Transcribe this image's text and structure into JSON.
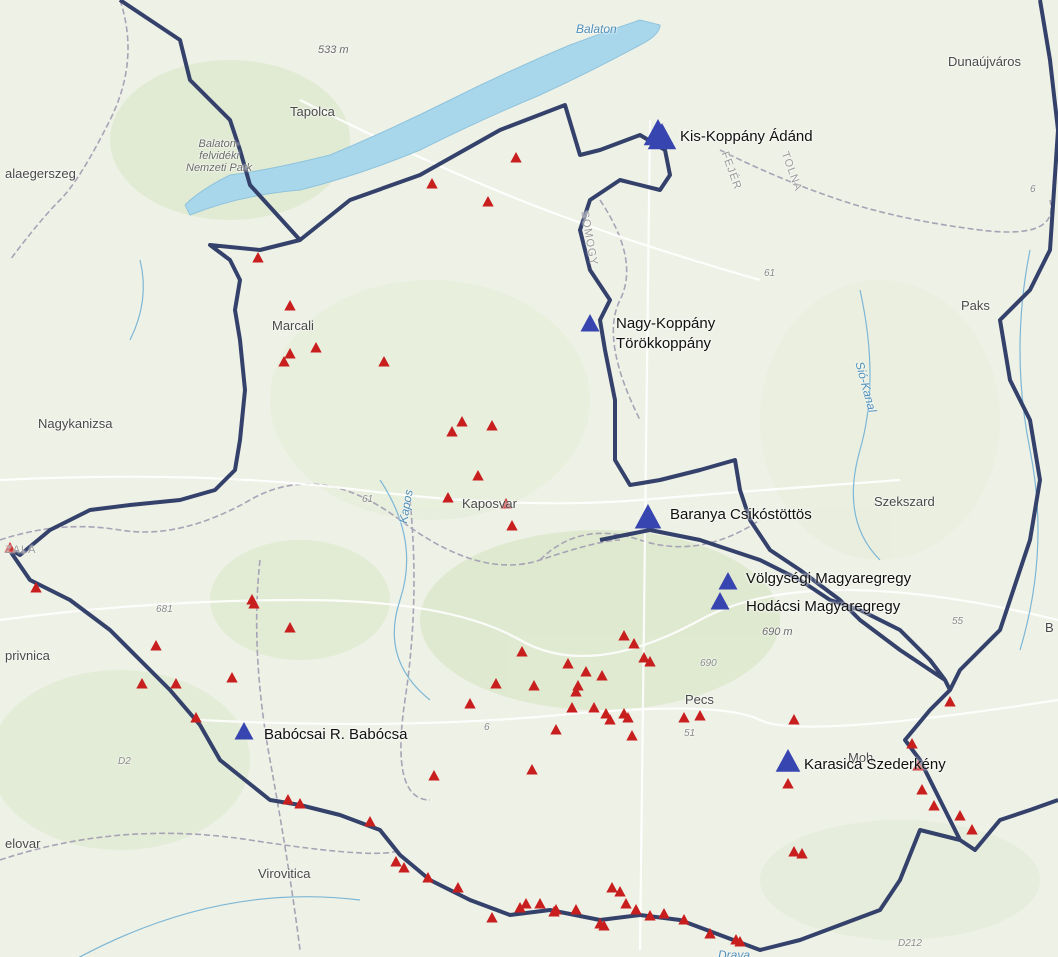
{
  "map": {
    "colors": {
      "boundary": "#34416b",
      "county_line": "#a8a3b6",
      "lake": "#a8d7ec",
      "river": "#7db7d6",
      "site_red": "#c81e1e",
      "site_blue": "#3745b0"
    },
    "place_labels": [
      {
        "name": "lbl-dunaujvaros",
        "text": "Dunaújváros",
        "cls": "city"
      },
      {
        "name": "lbl-tapolca",
        "text": "Tapolca",
        "cls": "city"
      },
      {
        "name": "lbl-zalaegerszeg",
        "text": "alaegerszeg",
        "cls": "city"
      },
      {
        "name": "lbl-marcali",
        "text": "Marcali",
        "cls": "city"
      },
      {
        "name": "lbl-paks",
        "text": "Paks",
        "cls": "city"
      },
      {
        "name": "lbl-nagykanizsa",
        "text": "Nagykanizsa",
        "cls": "city"
      },
      {
        "name": "lbl-kaposvar",
        "text": "Kaposvar",
        "cls": "city"
      },
      {
        "name": "lbl-szekszard",
        "text": "Szekszard",
        "cls": "city"
      },
      {
        "name": "lbl-koprivnica",
        "text": "privnica",
        "cls": "city"
      },
      {
        "name": "lbl-pecs",
        "text": "Pecs",
        "cls": "city"
      },
      {
        "name": "lbl-bjelovar",
        "text": "elovar",
        "cls": "city"
      },
      {
        "name": "lbl-virovitica",
        "text": "Virovitica",
        "cls": "city"
      },
      {
        "name": "lbl-b",
        "text": "B",
        "cls": "city"
      },
      {
        "name": "lbl-mohacs",
        "text": "Moh",
        "cls": "city"
      },
      {
        "name": "lbl-balaton",
        "text": "Balaton",
        "cls": "water"
      },
      {
        "name": "lbl-sio",
        "text": "Sió-Kanal",
        "cls": "water"
      },
      {
        "name": "lbl-kapos",
        "text": "Kapos",
        "cls": "water"
      },
      {
        "name": "lbl-drava",
        "text": "Drava",
        "cls": "water"
      },
      {
        "name": "lbl-elev-533",
        "text": "533 m",
        "cls": "small"
      },
      {
        "name": "lbl-elev-690",
        "text": "690 m",
        "cls": "small"
      },
      {
        "name": "lbl-park",
        "text": "Balaton-\nfelvidéki\nNemzeti Park",
        "cls": "small"
      },
      {
        "name": "lbl-zala",
        "text": "ZALA",
        "cls": "region"
      },
      {
        "name": "lbl-fejer",
        "text": "FEJÉR",
        "cls": "region"
      },
      {
        "name": "lbl-tolna",
        "text": "TOLNA",
        "cls": "region"
      },
      {
        "name": "lbl-somogy",
        "text": "SOMOGY",
        "cls": "region"
      },
      {
        "name": "lbl-road-61a",
        "text": "61",
        "cls": "road"
      },
      {
        "name": "lbl-road-61b",
        "text": "61",
        "cls": "road"
      },
      {
        "name": "lbl-road-681",
        "text": "681",
        "cls": "road"
      },
      {
        "name": "lbl-road-690",
        "text": "690",
        "cls": "road"
      },
      {
        "name": "lbl-road-6",
        "text": "6",
        "cls": "road"
      },
      {
        "name": "lbl-road-6b",
        "text": "6",
        "cls": "road"
      },
      {
        "name": "lbl-road-51",
        "text": "51",
        "cls": "road"
      },
      {
        "name": "lbl-road-55",
        "text": "55",
        "cls": "road"
      },
      {
        "name": "lbl-road-d2",
        "text": "D2",
        "cls": "road"
      },
      {
        "name": "lbl-road-d212",
        "text": "D212",
        "cls": "road"
      }
    ],
    "stations": [
      {
        "label": "Kis-Koppány Ádánd",
        "big": true
      },
      {
        "label": "Nagy-Koppány\nTörökkoppány",
        "big": false
      },
      {
        "label": "Baranya Csikóstöttös",
        "big": true
      },
      {
        "label": "Völgységi Magyaregregy",
        "big": false
      },
      {
        "label": "Hodácsi Magyaregregy",
        "big": false
      },
      {
        "label": "Babócsai R. Babócsa",
        "big": false
      },
      {
        "label": "Karasica Szederkény",
        "big": true
      }
    ]
  }
}
